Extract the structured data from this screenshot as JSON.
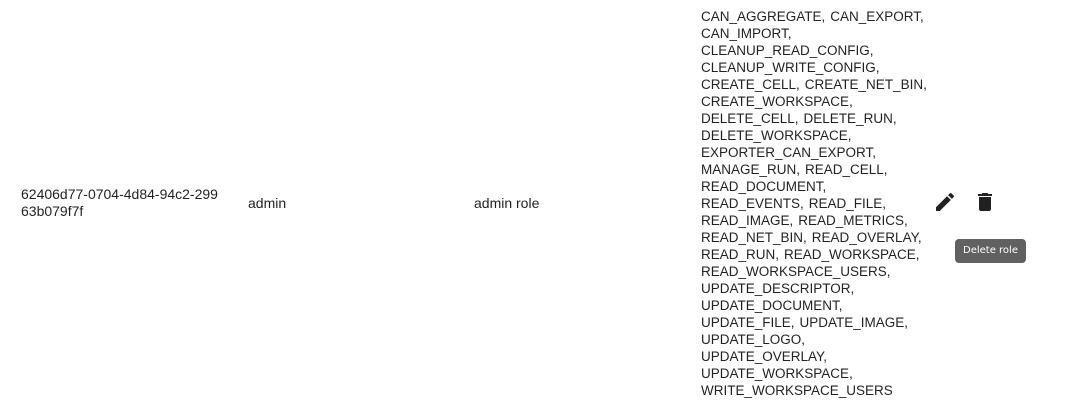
{
  "role": {
    "id": "62406d77-0704-4d84-94c2-29963b079f7f",
    "name": "admin",
    "description": "admin role",
    "permission_lines": [
      [
        "CAN_AGGREGATE,",
        "CAN_EXPORT,"
      ],
      [
        "CAN_IMPORT,"
      ],
      [
        "CLEANUP_READ_CONFIG,"
      ],
      [
        "CLEANUP_WRITE_CONFIG,"
      ],
      [
        "CREATE_CELL,",
        "CREATE_NET_BIN,"
      ],
      [
        "CREATE_WORKSPACE,"
      ],
      [
        "DELETE_CELL,",
        "DELETE_RUN,"
      ],
      [
        "DELETE_WORKSPACE,"
      ],
      [
        "EXPORTER_CAN_EXPORT,"
      ],
      [
        "MANAGE_RUN,",
        "READ_CELL,"
      ],
      [
        "READ_DOCUMENT,"
      ],
      [
        "READ_EVENTS,",
        "READ_FILE,"
      ],
      [
        "READ_IMAGE,",
        "READ_METRICS,"
      ],
      [
        "READ_NET_BIN,",
        "READ_OVERLAY,"
      ],
      [
        "READ_RUN,",
        "READ_WORKSPACE,"
      ],
      [
        "READ_WORKSPACE_USERS,"
      ],
      [
        "UPDATE_DESCRIPTOR,"
      ],
      [
        "UPDATE_DOCUMENT,"
      ],
      [
        "UPDATE_FILE,",
        "UPDATE_IMAGE,"
      ],
      [
        "UPDATE_LOGO,"
      ],
      [
        "UPDATE_OVERLAY,"
      ],
      [
        "UPDATE_WORKSPACE,"
      ],
      [
        "WRITE_WORKSPACE_USERS"
      ]
    ]
  },
  "actions": {
    "edit_icon": "pencil-icon",
    "delete_icon": "trash-icon",
    "delete_tooltip": "Delete role"
  }
}
